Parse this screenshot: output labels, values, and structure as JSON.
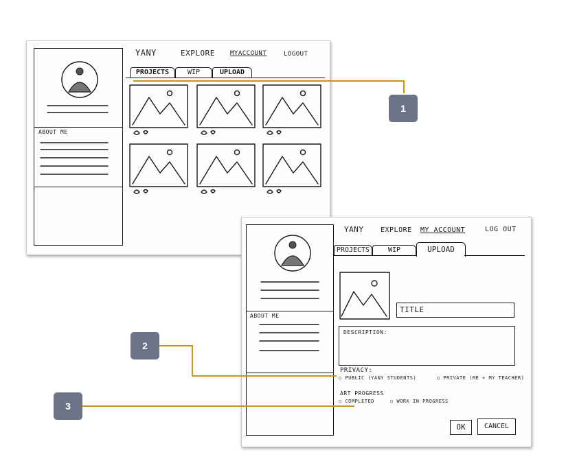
{
  "colors": {
    "leader": "#c8961b",
    "badge": "#6b7486",
    "ink": "#1a1a1a"
  },
  "sketch1": {
    "nav": {
      "logo": "YANY",
      "explore": "EXPLORE",
      "account": "MYACCOUNT",
      "logout": "LOGOUT"
    },
    "tabs": [
      "PROJECTS",
      "WIP",
      "UPLOAD"
    ],
    "about_label": "ABOUT ME"
  },
  "sketch2": {
    "nav": {
      "logo": "YANY",
      "explore": "EXPLORE",
      "account": "MY ACCOUNT",
      "logout": "LOG OUT"
    },
    "tabs": [
      "PROJECTS",
      "WIP",
      "UPLOAD"
    ],
    "about_label": "ABOUT ME",
    "title_placeholder": "TITLE",
    "description_label": "DESCRIPTION:",
    "privacy_label": "PRIVACY:",
    "privacy_options": [
      "PUBLIC (YANY STUDENTS)",
      "PRIVATE (ME + MY TEACHER)"
    ],
    "progress_label": "ART PROGRESS",
    "progress_options": [
      "COMPLETED",
      "WORK IN PROGRESS"
    ],
    "ok_label": "OK",
    "cancel_label": "CANCEL"
  },
  "callouts": [
    "1",
    "2",
    "3"
  ]
}
